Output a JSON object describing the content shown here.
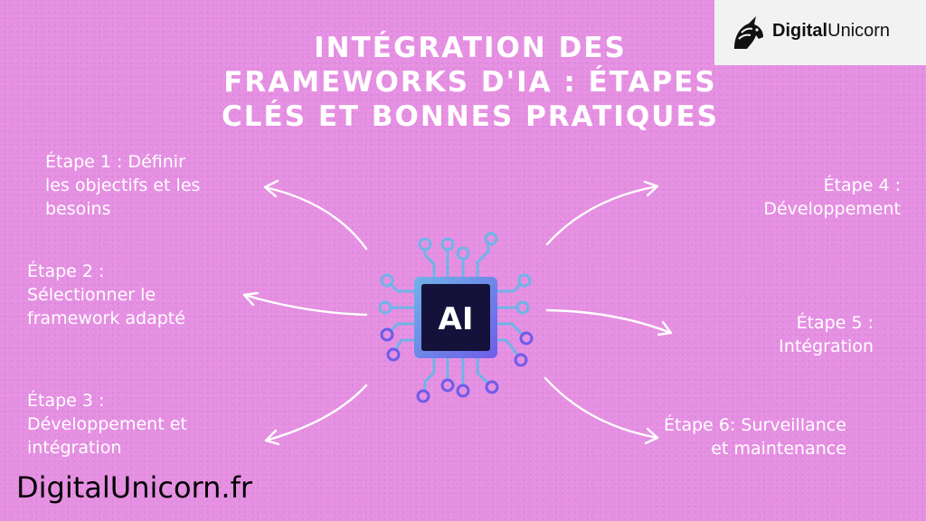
{
  "title": "Intégration des frameworks d'IA : Étapes clés et bonnes pratiques",
  "logo": {
    "brand_bold": "Digital",
    "brand_regular": "Unicorn"
  },
  "center": {
    "chip_label": "AI"
  },
  "steps": [
    {
      "id": "step1",
      "label": "Étape 1 : Définir\nles objectifs et les\nbesoins"
    },
    {
      "id": "step2",
      "label": "Étape 2 :\nSélectionner le\nframework adapté"
    },
    {
      "id": "step3",
      "label": "Étape 3 :\nDéveloppement et\nintégration"
    },
    {
      "id": "step4",
      "label": "Étape 4 :\nDéveloppement"
    },
    {
      "id": "step5",
      "label": "Étape 5 :\nIntégration"
    },
    {
      "id": "step6",
      "label": "Étape 6: Surveillance\net maintenance"
    }
  ],
  "footer": "DigitalUnicorn.fr",
  "colors": {
    "background": "#e58fe2",
    "text": "#ffffff",
    "chip_fill": "#14123a",
    "circuit": "#6fb4e8",
    "circuit_accent": "#6e5ce8"
  },
  "icons": [
    "ai-chip-icon",
    "unicorn-logo-icon",
    "arrow-icon"
  ]
}
